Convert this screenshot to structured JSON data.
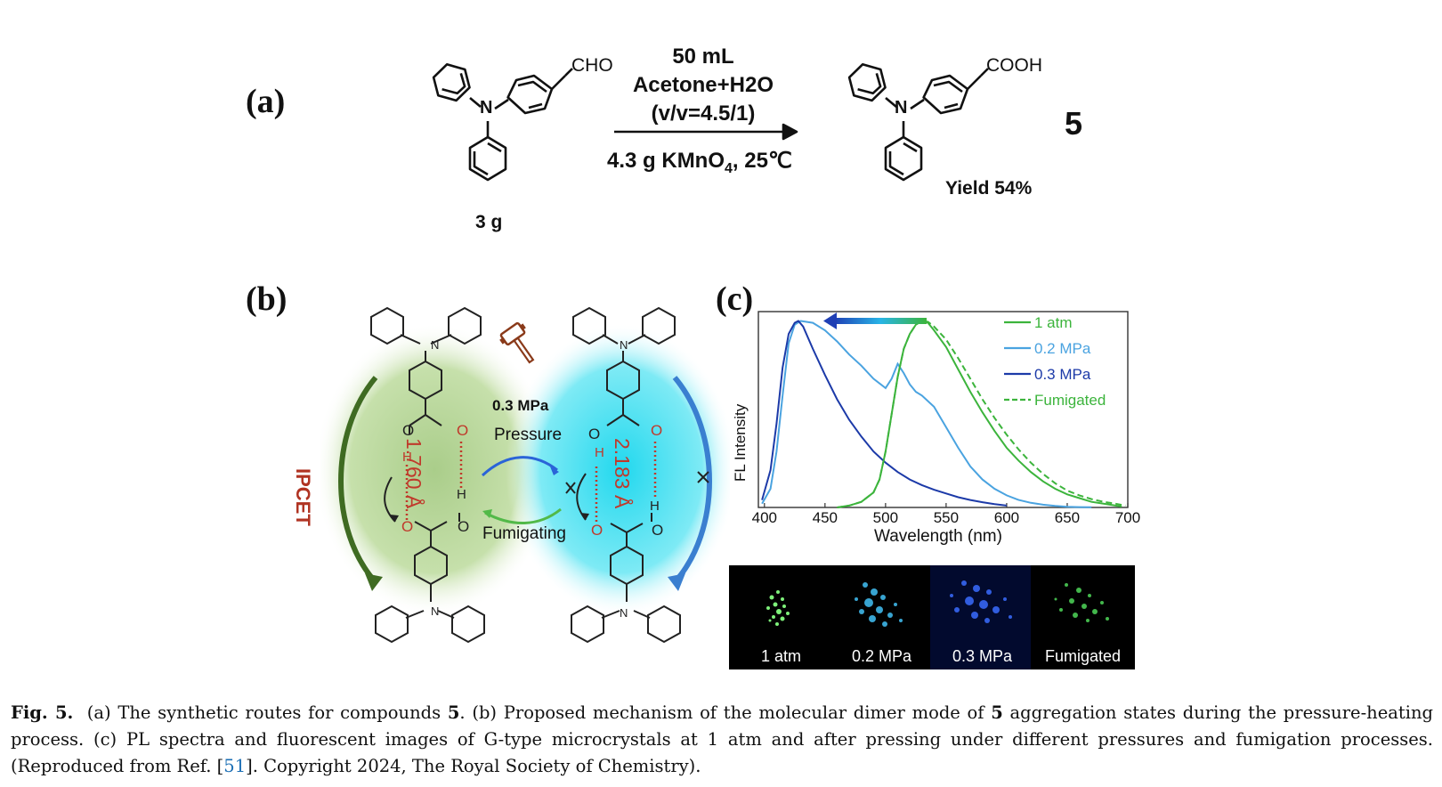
{
  "panel_a": {
    "label": "(a)",
    "reactant_group": "CHO",
    "amount": "3 g",
    "condition_1": "50 mL",
    "condition_2": "Acetone+H2O",
    "condition_3": "(v/v=4.5/1)",
    "reagent_prefix": "4.3 g KMnO",
    "reagent_sub": "4",
    "reagent_suffix": ",  25℃",
    "product_group": "COOH",
    "compound_number": "5",
    "yield": "Yield 54%",
    "atom_n": "N"
  },
  "panel_b": {
    "label": "(b)",
    "side_label": "IPCET",
    "pressure_value": "0.3 MPa",
    "pressure_word": "Pressure",
    "fumigating_word": "Fumigating",
    "distance_left": "1.760 Å",
    "distance_right": "2.183 Å",
    "atom_o": "O",
    "atom_h": "H",
    "atom_n": "N",
    "colors": {
      "green_glow": "#b9d79a",
      "cyan_glow": "#5fe6f2",
      "red_label": "#c0392b"
    }
  },
  "panel_c": {
    "label": "(c)",
    "tiles": [
      "1 atm",
      "0.2 MPa",
      "0.3 MPa",
      "Fumigated"
    ]
  },
  "chart_data": {
    "type": "line",
    "xlabel": "Wavelength (nm)",
    "ylabel": "FL Intensity",
    "xlim": [
      395,
      700
    ],
    "ylim": [
      0,
      1.05
    ],
    "xticks": [
      "400",
      "450",
      "500",
      "550",
      "600",
      "650",
      "700"
    ],
    "legend_position": "top-right",
    "series": [
      {
        "name": "1 atm",
        "color": "#3cb43c",
        "dash": false,
        "x": [
          460,
          470,
          480,
          490,
          495,
          500,
          505,
          510,
          515,
          520,
          525,
          530,
          535,
          540,
          550,
          560,
          570,
          580,
          590,
          600,
          610,
          620,
          630,
          640,
          650,
          660,
          670,
          680,
          690,
          695
        ],
        "y": [
          0,
          0.01,
          0.03,
          0.08,
          0.15,
          0.3,
          0.5,
          0.7,
          0.85,
          0.93,
          0.98,
          1.0,
          0.99,
          0.95,
          0.86,
          0.74,
          0.62,
          0.51,
          0.41,
          0.32,
          0.25,
          0.19,
          0.14,
          0.1,
          0.07,
          0.05,
          0.03,
          0.02,
          0.01,
          0.005
        ]
      },
      {
        "name": "0.2 MPa",
        "color": "#4aa3e0",
        "dash": false,
        "x": [
          398,
          405,
          410,
          415,
          420,
          425,
          430,
          440,
          450,
          460,
          470,
          480,
          490,
          500,
          505,
          510,
          515,
          520,
          525,
          530,
          540,
          550,
          560,
          570,
          580,
          590,
          600,
          610,
          620,
          630,
          640,
          650,
          660,
          670
        ],
        "y": [
          0.02,
          0.1,
          0.3,
          0.6,
          0.88,
          0.98,
          1.0,
          0.99,
          0.95,
          0.89,
          0.82,
          0.76,
          0.69,
          0.64,
          0.69,
          0.77,
          0.72,
          0.66,
          0.62,
          0.6,
          0.54,
          0.43,
          0.32,
          0.22,
          0.15,
          0.1,
          0.065,
          0.04,
          0.025,
          0.015,
          0.008,
          0.004,
          0.002,
          0.001
        ]
      },
      {
        "name": "0.3 MPa",
        "color": "#1c3aa8",
        "dash": false,
        "x": [
          398,
          405,
          410,
          415,
          420,
          425,
          428,
          432,
          440,
          450,
          460,
          470,
          480,
          490,
          500,
          510,
          520,
          530,
          540,
          550,
          560,
          570,
          580,
          590,
          600
        ],
        "y": [
          0.04,
          0.2,
          0.45,
          0.75,
          0.93,
          0.99,
          1.0,
          0.97,
          0.85,
          0.71,
          0.58,
          0.47,
          0.38,
          0.3,
          0.24,
          0.19,
          0.15,
          0.12,
          0.095,
          0.075,
          0.055,
          0.04,
          0.028,
          0.018,
          0.01
        ]
      },
      {
        "name": "Fumigated",
        "color": "#3cb43c",
        "dash": true,
        "x": [
          460,
          470,
          480,
          490,
          495,
          500,
          505,
          510,
          515,
          520,
          525,
          530,
          535,
          540,
          550,
          560,
          570,
          580,
          590,
          600,
          610,
          620,
          630,
          640,
          650,
          660,
          670,
          680,
          690,
          698
        ],
        "y": [
          0,
          0.01,
          0.03,
          0.08,
          0.15,
          0.3,
          0.5,
          0.7,
          0.85,
          0.93,
          0.98,
          1.0,
          0.995,
          0.97,
          0.9,
          0.8,
          0.69,
          0.58,
          0.48,
          0.39,
          0.31,
          0.24,
          0.18,
          0.13,
          0.09,
          0.065,
          0.045,
          0.03,
          0.02,
          0.01
        ]
      }
    ]
  },
  "caption": {
    "fig": "Fig. 5.",
    "text_1": "(a) The synthetic routes for compounds ",
    "bold_1": "5",
    "text_2": ". (b) Proposed mechanism of the molecular dimer mode of ",
    "bold_2": "5",
    "text_3": " aggregation states during the pressure-heating process. (c) PL spectra and fluorescent images of G-type microcrystals at 1 atm and after pressing under different pressures and fumigation processes. (Reproduced from Ref. [",
    "ref": "51",
    "text_4": "]. Copyright 2024, The Royal Society of Chemistry)."
  }
}
